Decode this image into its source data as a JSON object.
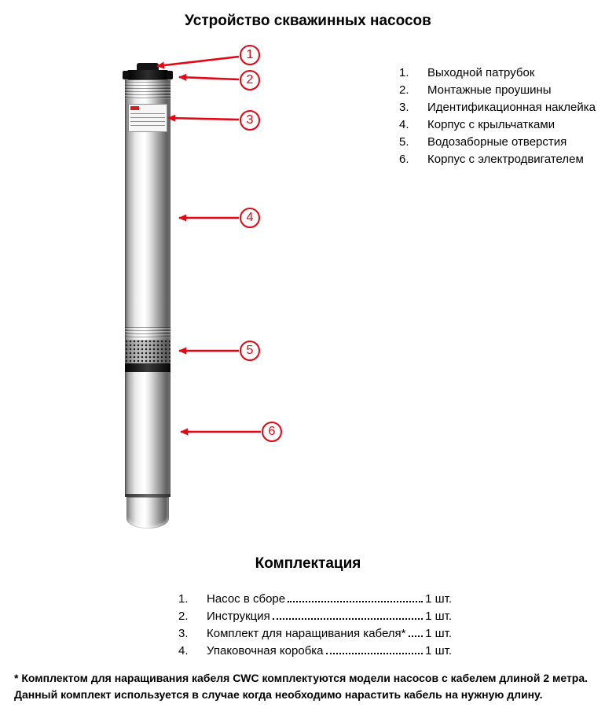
{
  "title": "Устройство скважинных насосов",
  "callouts": [
    "1",
    "2",
    "3",
    "4",
    "5",
    "6"
  ],
  "legend": {
    "items": [
      {
        "num": "1.",
        "label": "Выходной патрубок"
      },
      {
        "num": "2.",
        "label": "Монтажные проушины"
      },
      {
        "num": "3.",
        "label": "Идентификационная наклейка"
      },
      {
        "num": "4.",
        "label": "Корпус с крыльчатками"
      },
      {
        "num": "5.",
        "label": "Водозаборные отверстия"
      },
      {
        "num": "6.",
        "label": "Корпус с электродвигателем"
      }
    ]
  },
  "package": {
    "title": "Комплектация",
    "items": [
      {
        "num": "1.",
        "label": "Насос в сборе",
        "qty": "1 шт."
      },
      {
        "num": "2.",
        "label": "Инструкция",
        "qty": "1 шт."
      },
      {
        "num": "3.",
        "label": "Комплект для наращивания кабеля*",
        "qty": "1 шт."
      },
      {
        "num": "4.",
        "label": "Упаковочная коробка",
        "qty": "1 шт."
      }
    ]
  },
  "footnote": {
    "line1": "*  Комплектом для наращивания кабеля CWC комплектуются модели насосов с кабелем длиной 2 метра.",
    "line2": "Данный комплект используется в случае когда необходимо нарастить кабель на нужную длину."
  },
  "colors": {
    "accent_red": "#e30613"
  },
  "icons": {
    "pump": "submersible-pump-illustration",
    "arrow": "callout-arrow-icon"
  }
}
